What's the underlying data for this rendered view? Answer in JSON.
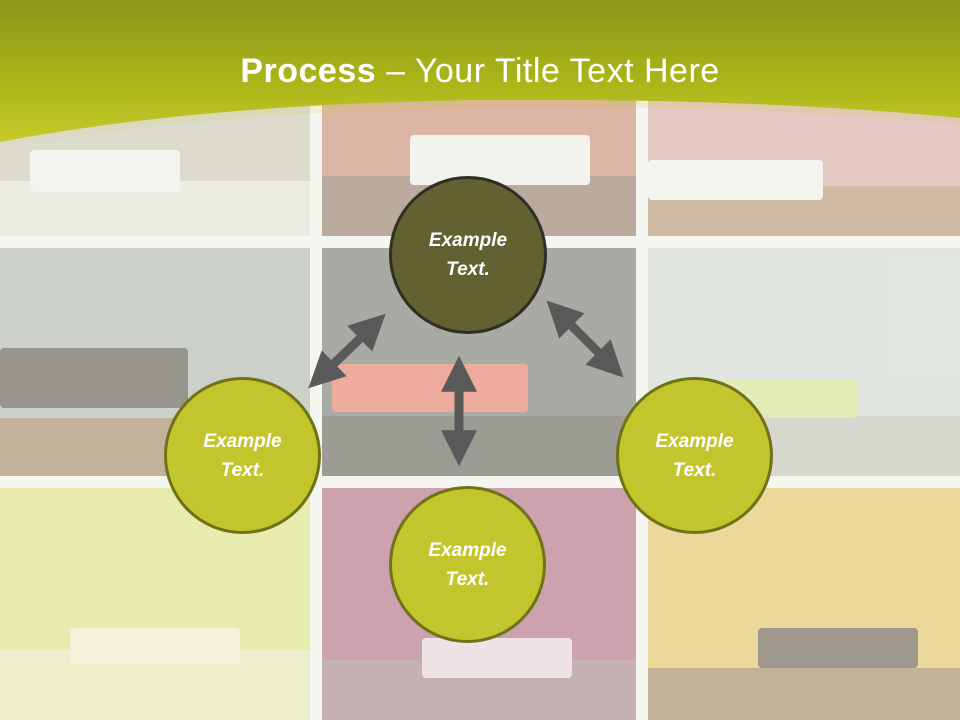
{
  "title": {
    "bold": "Process",
    "separator": " – ",
    "rest": "Your Title Text Here"
  },
  "nodes": {
    "top": {
      "line1": "Example",
      "line2": "Text."
    },
    "left": {
      "line1": "Example",
      "line2": "Text."
    },
    "right": {
      "line1": "Example",
      "line2": "Text."
    },
    "bottom": {
      "line1": "Example",
      "line2": "Text."
    }
  },
  "colors": {
    "title_band": "#a9b418",
    "node_dark": "#616132",
    "node_lime": "#c2c62c",
    "arrow": "#595959"
  }
}
